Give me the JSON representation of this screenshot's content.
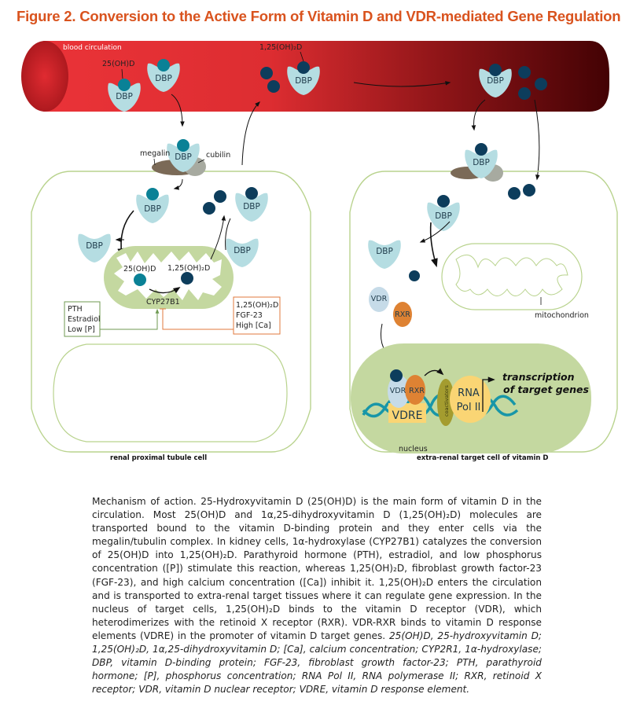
{
  "figure": {
    "title": "Figure 2. Conversion to the Active Form of Vitamin D and VDR-mediated Gene Regulation",
    "colors": {
      "title": "#d9531e",
      "blood_vessel": "#e8333a",
      "blood_vessel_dark": "#4a0306",
      "dbp": "#b5dde2",
      "calcidiol_ball": "#0a8196",
      "calcitriol_ball": "#0d3d5c",
      "cell_outline": "#b9d38e",
      "mitochondrion": "#c4d8a0",
      "megalin": "#7b6a57",
      "cubilin": "#a7aaa0",
      "vdr": "#c6dbe8",
      "rxr": "#de8233",
      "vdre": "#fad574",
      "rna_pol": "#fad574",
      "coactivator": "#a49c2f",
      "dna": "#1896a8",
      "stimulate_box": "#6f9a52",
      "inhibit_box": "#e07a3d"
    },
    "labels": {
      "blood_circulation": "blood circulation",
      "calcidiol_25": "25(OH)D",
      "calcitriol_125": "1,25(OH)₂D",
      "dbp": "DBP",
      "megalin": "megalin",
      "cubilin": "cubilin",
      "enzyme": "CYP27B1",
      "mitochondrion": "mitochondrion",
      "nucleus": "nucleus",
      "vdr": "VDR",
      "rxr": "RXR",
      "vdre": "VDRE",
      "coactivators": "coactivators",
      "rna_pol_line1": "RNA",
      "rna_pol_line2": "Pol II",
      "transcription_line1": "transcription",
      "transcription_line2": "of target genes",
      "renal_cell": "renal proximal tubule cell",
      "target_cell": "extra-renal target cell of vitamin D"
    },
    "stimulators": [
      "PTH",
      "Estradiol",
      "Low [P]"
    ],
    "inhibitors": [
      "1,25(OH)₂D",
      "FGF-23",
      "High [Ca]"
    ]
  },
  "caption": {
    "body": "Mechanism of action. 25-Hydroxyvitamin D (25(OH)D) is the main form of vitamin D in the circulation. Most 25(OH)D and 1α,25-dihydroxyvitamin D (1,25(OH)₂D) molecules are transported bound to the vitamin D-binding protein and they enter cells via the megalin/tubulin complex. In kidney cells, 1α-hydroxylase (CYP27B1) catalyzes the conversion of 25(OH)D into 1,25(OH)₂D. Parathyroid hormone (PTH), estradiol, and low phosphorus concentration ([P]) stimulate this reaction, whereas 1,25(OH)₂D, fibroblast growth factor-23 (FGF-23), and high calcium concentration ([Ca]) inhibit it. 1,25(OH)₂D enters the circulation and is transported to extra-renal target tissues where it can regulate gene expression. In the nucleus of target cells, 1,25(OH)₂D binds to the vitamin D receptor (VDR), which heterodimerizes with the retinoid X receptor (RXR). VDR-RXR binds to vitamin D response elements (VDRE) in the promoter of vitamin D target genes.",
    "abbreviations": "25(OH)D, 25-hydroxyvitamin D; 1,25(OH)₂D, 1α,25-dihydroxyvitamin D; [Ca], calcium concentration; CYP2R1, 1α-hydroxylase; DBP, vitamin D-binding protein; FGF-23, fibroblast growth factor-23; PTH, parathyroid hormone; [P], phosphorus concentration; RNA Pol II, RNA polymerase II; RXR, retinoid X receptor; VDR, vitamin D nuclear receptor; VDRE, vitamin D response element."
  }
}
